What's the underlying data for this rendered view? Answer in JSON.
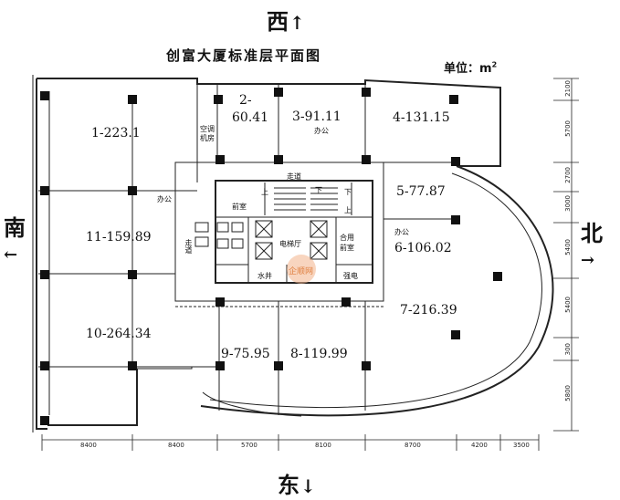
{
  "compass": {
    "west": "西",
    "east": "东",
    "south": "南",
    "north": "北",
    "arrow_up": "↑",
    "arrow_down": "↓",
    "arrow_left": "←",
    "arrow_right": "→"
  },
  "title": "创富大厦标准层平面图",
  "unit": {
    "label": "单位：",
    "value": "m",
    "exp": "2"
  },
  "units": [
    {
      "id": "1",
      "label": "1-223.1"
    },
    {
      "id": "2a",
      "label": "2-"
    },
    {
      "id": "2b",
      "label": "60.41"
    },
    {
      "id": "3",
      "label": "3-91.11"
    },
    {
      "id": "4",
      "label": "4-131.15"
    },
    {
      "id": "5",
      "label": "5-77.87"
    },
    {
      "id": "6",
      "label": "6-106.02"
    },
    {
      "id": "7",
      "label": "7-216.39"
    },
    {
      "id": "8",
      "label": "8-119.99"
    },
    {
      "id": "9",
      "label": "9-75.95"
    },
    {
      "id": "10",
      "label": "10-264.34"
    },
    {
      "id": "11",
      "label": "11-159.89"
    }
  ],
  "labels": {
    "ac_room_1": "空调",
    "ac_room_2": "机房",
    "office_1": "办公",
    "office_2": "办公",
    "office_3": "办公",
    "corridor_top": "走道",
    "corridor_left": "走道",
    "anteroom": "前室",
    "elevator_hall": "电梯厅",
    "shared_1": "合用",
    "shared_2": "前室",
    "shaft": "水井",
    "power": "强电",
    "down_1": "下",
    "up_1": "上",
    "down_2": "下",
    "up_2": "上",
    "watermark": "企顺网"
  },
  "dims_bottom": [
    "8400",
    "8400",
    "5700",
    "8100",
    "8700",
    "4200",
    "3500"
  ],
  "dims_right": [
    "2100",
    "5700",
    "2700",
    "3000",
    "5400",
    "5400",
    "300",
    "5800"
  ]
}
